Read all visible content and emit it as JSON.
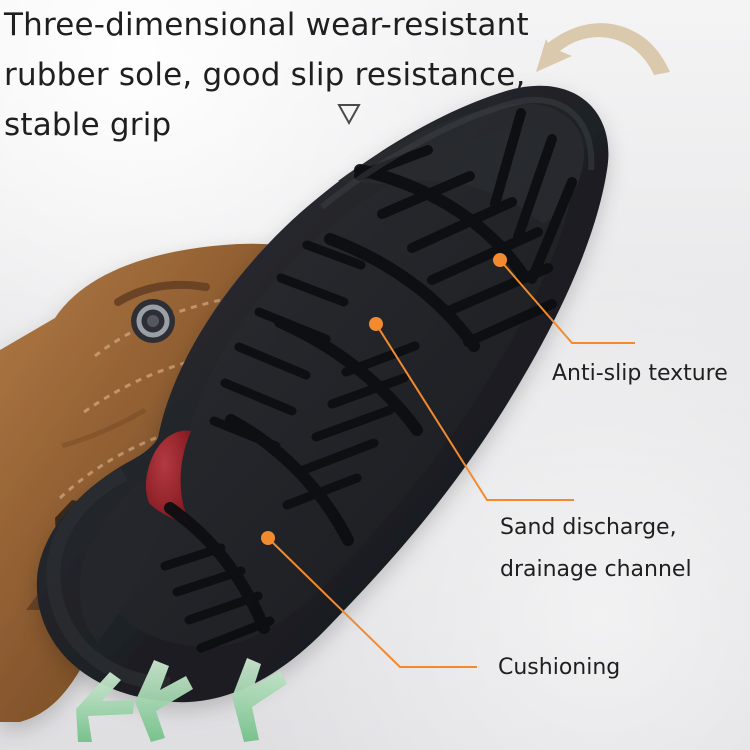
{
  "headline": {
    "lines": [
      "Three-dimensional wear-resistant",
      "rubber sole, good slip resistance,",
      "stable grip"
    ]
  },
  "callouts": {
    "anti_slip": "Anti-slip texture",
    "sand_discharge": {
      "lines": [
        "Sand discharge,",
        "drainage channel"
      ]
    },
    "cushioning": "Cushioning"
  },
  "icons": {
    "top_arrow": "curved-arrow-icon",
    "top_marker": "triangle-down-icon",
    "bottom_arrows": "green-arrow-icon"
  },
  "colors": {
    "accent": "#f28a2e",
    "sole": "#1b1c20",
    "leather": "#8a5b30",
    "red_patch": "#8f1e25"
  }
}
